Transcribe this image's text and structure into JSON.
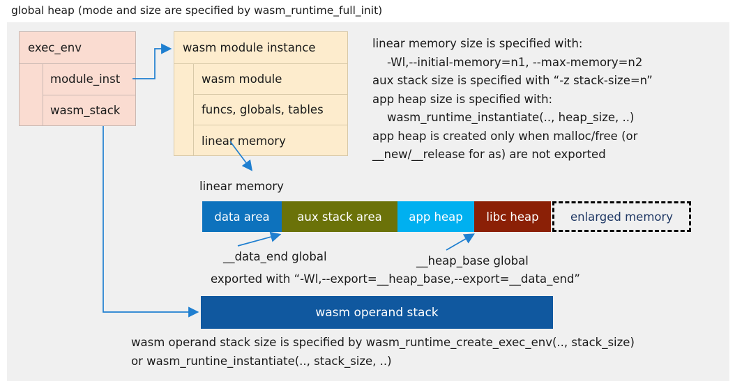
{
  "caption": "global heap (mode and size are specified by wasm_runtime_full_init)",
  "colors": {
    "panel_bg": "#f0f0f0",
    "exec_env_fill": "#fadcd1",
    "module_inst_fill": "#fdeccd",
    "data_area": "#0d72bd",
    "aux_stack_area": "#6b7209",
    "app_heap": "#00b0f0",
    "libc_heap": "#8b2006",
    "enlarged_memory_text": "#1f3864",
    "operand_stack": "#10589f",
    "arrow": "#1f7fd0"
  },
  "exec_env": {
    "title": "exec_env",
    "fields": [
      "module_inst",
      "wasm_stack"
    ]
  },
  "module_instance": {
    "title": "wasm module instance",
    "fields": [
      "wasm module",
      "funcs, globals, tables",
      "linear memory"
    ]
  },
  "notes_right": "linear memory size is specified with:\n    -Wl,--initial-memory=n1, --max-memory=n2\naux stack size is specified with “-z stack-size=n”\napp heap size is specified with:\n    wasm_runtime_instantiate(.., heap_size, ..)\napp heap is created only when malloc/free (or\n__new/__release for as) are not exported",
  "linear_memory": {
    "label": "linear memory",
    "segments": [
      {
        "name": "data area",
        "color": "#0d72bd",
        "width": 114
      },
      {
        "name": "aux stack area",
        "color": "#6b7209",
        "width": 166
      },
      {
        "name": "app heap",
        "color": "#00b0f0",
        "width": 110
      },
      {
        "name": "libc heap",
        "color": "#8b2006",
        "width": 110
      },
      {
        "name": "enlarged memory",
        "color": "#f0f0f0",
        "width": 199
      }
    ]
  },
  "globals": {
    "data_end_label": "__data_end global",
    "heap_base_label": "__heap_base global",
    "exported_note": "exported with “-Wl,--export=__heap_base,--export=__data_end”"
  },
  "operand_stack": {
    "label": "wasm operand stack",
    "note": "wasm operand stack size is specified by wasm_runtime_create_exec_env(.., stack_size)\nor wasm_runtine_instantiate(.., stack_size, ..)"
  }
}
